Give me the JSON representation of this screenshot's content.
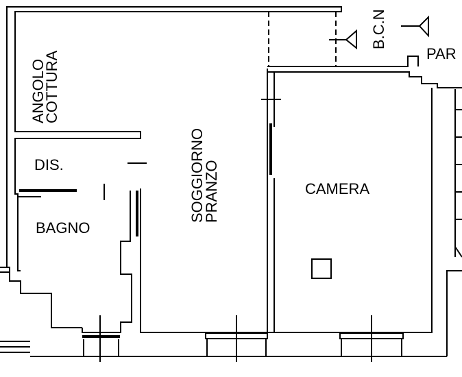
{
  "rooms": {
    "kitchen": [
      "ANGOLO",
      "COTTURA"
    ],
    "hall": "DIS.",
    "bathroom": "BAGNO",
    "living": [
      "SOGGIORNO",
      "PRANZO"
    ],
    "bedroom": "CAMERA",
    "bcn": "B.C.N",
    "par": "PAR"
  }
}
